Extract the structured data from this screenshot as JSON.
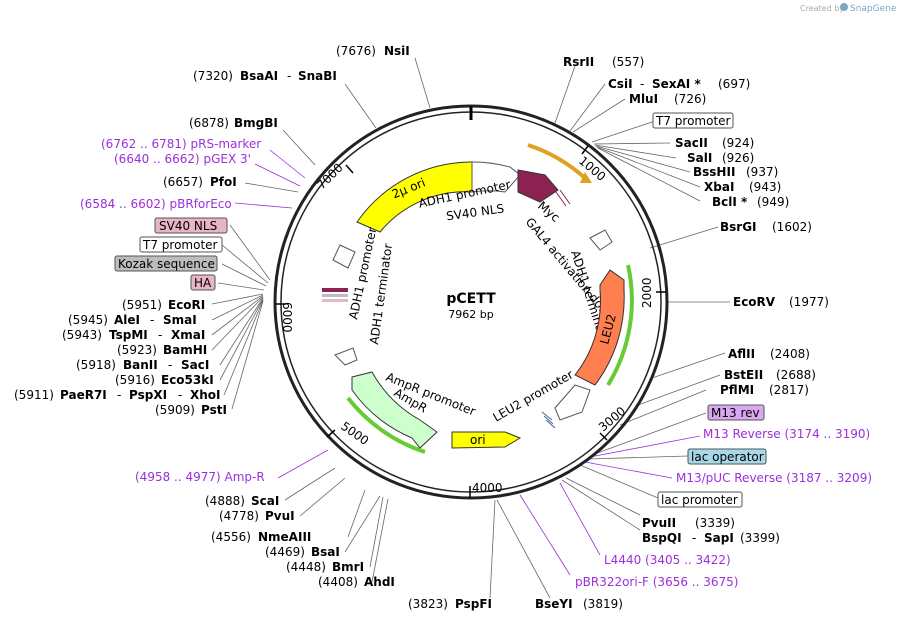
{
  "watermark": {
    "created_by": "Created by",
    "brand": "SnapGene"
  },
  "plasmid": {
    "name": "pCETT",
    "size": "7962 bp"
  },
  "colors": {
    "purple_text": "#9b30d9",
    "feature_yellow": "#ffff00",
    "feature_maroon": "#8b2252",
    "feature_orange": "#ff7f50",
    "feature_green": "#ccffcc",
    "tag_pink": "#e8b4c8",
    "tag_grey": "#bdbdbd",
    "tag_purple": "#d9a8f0",
    "tag_blue": "#a8d8e8"
  },
  "ticks": [
    "1000",
    "2000",
    "3000",
    "4000",
    "5000",
    "6000",
    "7000"
  ],
  "features": {
    "two_micron": "2µ ori",
    "adh1_promoter_top": "ADH1 promoter",
    "sv40_nls": "SV40 NLS",
    "myc": "Myc",
    "gal4": "GAL4 activation domain",
    "adh1_terminator_right": "ADH1 terminator",
    "leu2": "LEU2",
    "leu2_promoter": "LEU2 promoter",
    "ori": "ori",
    "ampr_promoter": "AmpR promoter",
    "ampr": "AmpR",
    "adh1_promoter_left": "ADH1 promoter",
    "adh1_terminator_left": "ADH1 terminator"
  },
  "sites": {
    "nsi": {
      "pos": "(7676)",
      "name": "NsiI"
    },
    "bsaai": {
      "pos": "(7320)",
      "name": "BsaAI",
      "name2": "SnaBI"
    },
    "bmgbi": {
      "pos": "(6878)",
      "name": "BmgBI"
    },
    "prs": {
      "text": "(6762 .. 6781)  pRS-marker"
    },
    "pgex": {
      "text": "(6640 .. 6662)  pGEX 3'"
    },
    "pfoi": {
      "pos": "(6657)",
      "name": "PfoI"
    },
    "pbrfor": {
      "text": "(6584 .. 6602)  pBRforEco"
    },
    "sv40box": "SV40 NLS",
    "t7left": "T7 promoter",
    "kozak": "Kozak sequence",
    "ha": "HA",
    "ecori": {
      "pos": "(5951)",
      "name": "EcoRI"
    },
    "alei": {
      "pos": "(5945)",
      "name": "AleI",
      "name2": "SmaI"
    },
    "tspmi": {
      "pos": "(5943)",
      "name": "TspMI",
      "name2": "XmaI"
    },
    "bamhi": {
      "pos": "(5923)",
      "name": "BamHI"
    },
    "banii": {
      "pos": "(5918)",
      "name": "BanII",
      "name2": "SacI"
    },
    "eco53": {
      "pos": "(5916)",
      "name": "Eco53kI"
    },
    "paer7": {
      "pos": "(5911)",
      "name": "PaeR7I",
      "name2": "PspXI",
      "name3": "XhoI"
    },
    "psti": {
      "pos": "(5909)",
      "name": "PstI"
    },
    "ampR_primer": {
      "text": "(4958 .. 4977)  Amp-R"
    },
    "scai": {
      "pos": "(4888)",
      "name": "ScaI"
    },
    "pvui": {
      "pos": "(4778)",
      "name": "PvuI"
    },
    "nmeaiii": {
      "pos": "(4556)",
      "name": "NmeAIII"
    },
    "bsai": {
      "pos": "(4469)",
      "name": "BsaI"
    },
    "bmri": {
      "pos": "(4448)",
      "name": "BmrI"
    },
    "ahdi": {
      "pos": "(4408)",
      "name": "AhdI"
    },
    "pspfi": {
      "pos": "(3823)",
      "name": "PspFI"
    },
    "bseyi": {
      "name": "BseYI",
      "pos": "(3819)"
    },
    "pbr322": {
      "text": "pBR322ori-F   (3656 .. 3675)"
    },
    "l4440": {
      "text": "L4440   (3405 .. 3422)"
    },
    "bspqi": {
      "name": "BspQI",
      "name2": "SapI",
      "pos": "(3399)"
    },
    "pvuii": {
      "name": "PvuII",
      "pos": "(3339)"
    },
    "laclbox": "lac promoter",
    "m13puc": {
      "text": "M13/pUC Reverse   (3187 .. 3209)"
    },
    "lacop": "lac operator",
    "m13rev": {
      "text": "M13 Reverse   (3174 .. 3190)"
    },
    "m13revbox": "M13 rev",
    "pflmi": {
      "name": "PflMI",
      "pos": "(2817)"
    },
    "bsteii": {
      "name": "BstEII",
      "pos": "(2688)"
    },
    "aflii": {
      "name": "AflII",
      "pos": "(2408)"
    },
    "ecorv": {
      "name": "EcoRV",
      "pos": "(1977)"
    },
    "bsrgi": {
      "name": "BsrGI",
      "pos": "(1602)"
    },
    "bcli": {
      "name": "BclI *",
      "pos": "(949)"
    },
    "xbai": {
      "name": "XbaI",
      "pos": "(943)"
    },
    "bsshii": {
      "name": "BssHII",
      "pos": "(937)"
    },
    "sali": {
      "name": "SalI",
      "pos": "(926)"
    },
    "sacii": {
      "name": "SacII",
      "pos": "(924)"
    },
    "t7right": "T7 promoter",
    "mlui": {
      "name": "MluI",
      "pos": "(726)"
    },
    "csii": {
      "name": "CsiI",
      "name2": "SexAI *",
      "pos": "(697)"
    },
    "rsrii": {
      "name": "RsrII",
      "pos": "(557)"
    }
  }
}
